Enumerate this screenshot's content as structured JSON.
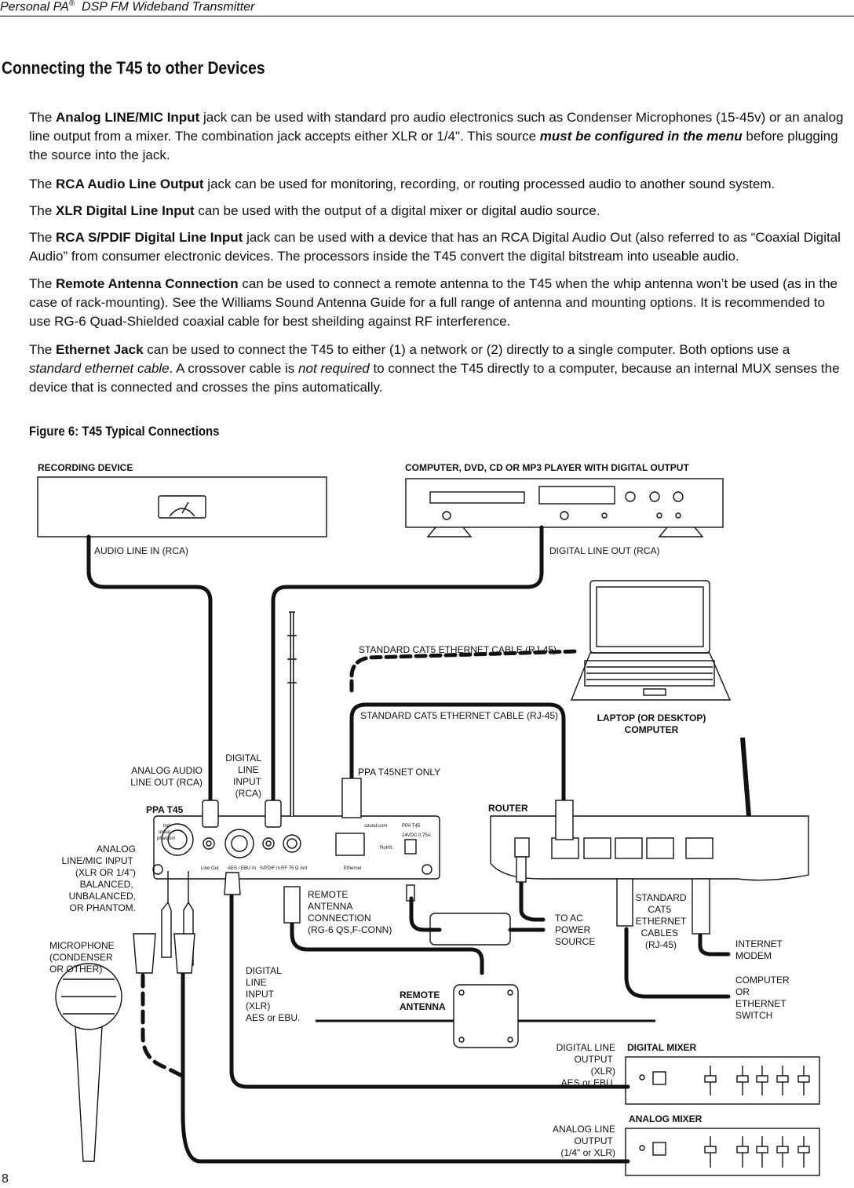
{
  "header": {
    "title": "Personal PA",
    "reg": "®",
    "subtitle": "DSP FM Wideband Transmitter"
  },
  "section_title": "Connecting the T45 to other Devices",
  "paragraphs": {
    "p1": {
      "a": "The ",
      "b1": "Analog LINE/MIC Input",
      "c": " jack can be used with standard pro audio electronics such as Condenser Microphones (15-45v) or an analog line output from a mixer.  The combination jack accepts either XLR or 1/4\".  This source ",
      "b2": "must be configured in the menu",
      "d": " before plugging the source into the jack."
    },
    "p2": {
      "a": "The ",
      "b": "RCA Audio Line Output",
      "c": " jack can be used for monitoring, recording, or routing processed audio to another sound system."
    },
    "p3": {
      "a": "The ",
      "b": "XLR Digital Line Input",
      "c": " can be used with the output of a digital mixer or digital audio source."
    },
    "p4": {
      "a": "The ",
      "b": "RCA S/PDIF Digital Line Input",
      "c": " jack can be used with a device that has an RCA Digital Audio Out (also referred to as “Coaxial Digital Audio” from consumer electronic devices.  The processors inside the T45 convert the digital bitstream into useable audio."
    },
    "p5": {
      "a": "The ",
      "b": "Remote Antenna Connection",
      "c": " can be used to connect a remote antenna to the T45 when the whip antenna won’t be used (as in the case of rack-mounting).  See the Williams Sound Antenna Guide for a full range of antenna and mounting options.  It is recommended to use RG-6 Quad-Shielded coaxial cable for best sheilding against RF interference."
    },
    "p6": {
      "a": "The ",
      "b": "Ethernet Jack",
      "c": " can be used to connect the T45 to either (1) a network or (2) directly to a single computer.  Both options use a ",
      "i1": "standard ethernet cable",
      "d": ".  A crossover cable is ",
      "i2": "not required",
      "e": " to connect the T45 directly to a computer, because an internal MUX senses the device that is connected and crosses the pins automatically."
    }
  },
  "figure_title": "Figure 6:  T45 Typical Connections",
  "diagram": {
    "recording_device": "RECORDING DEVICE",
    "player": "COMPUTER, DVD, CD OR MP3 PLAYER WITH DIGITAL OUTPUT",
    "audio_line_in": "AUDIO LINE IN (RCA)",
    "digital_line_out": "DIGITAL LINE OUT (RCA)",
    "cat5_top": "STANDARD CAT5 ETHERNET CABLE (RJ-45)",
    "cat5_mid": "STANDARD CAT5 ETHERNET CABLE (RJ-45)",
    "laptop": [
      "LAPTOP (OR DESKTOP)",
      "COMPUTER"
    ],
    "analog_audio_out": [
      "ANALOG AUDIO",
      "LINE OUT  (RCA)"
    ],
    "digital_line_input_rca": [
      "DIGITAL",
      "LINE",
      "INPUT",
      "(RCA)"
    ],
    "t45net_only": "PPA T45NET ONLY",
    "ppa_t45": "PPA T45",
    "router": "ROUTER",
    "analog_mic_input": [
      "ANALOG",
      "LINE/MIC INPUT",
      "(XLR OR 1/4\")",
      "BALANCED,",
      "UNBALANCED,",
      "OR PHANTOM."
    ],
    "remote_antenna_conn": [
      "REMOTE",
      "ANTENNA",
      "CONNECTION",
      "(RG-6 QS,F-CONN)"
    ],
    "to_ac_power": [
      "TO AC",
      "POWER",
      "SOURCE"
    ],
    "cat5_cables": [
      "STANDARD",
      "CAT5",
      "ETHERNET",
      "CABLES",
      "(RJ-45)"
    ],
    "internet_modem": [
      "INTERNET",
      "MODEM"
    ],
    "computer_switch": [
      "COMPUTER",
      "OR",
      "ETHERNET",
      "SWITCH"
    ],
    "microphone": [
      "MICROPHONE",
      "(CONDENSER",
      "OR OTHER)"
    ],
    "digital_line_input_xlr": [
      "DIGITAL",
      "LINE",
      "INPUT",
      "(XLR)",
      "AES or EBU."
    ],
    "remote_antenna": [
      "REMOTE",
      "ANTENNA"
    ],
    "digital_line_output": [
      "DIGITAL LINE",
      "OUTPUT",
      "(XLR)",
      "AES or EBU."
    ],
    "digital_mixer": "DIGITAL MIXER",
    "analog_line_output": [
      "ANALOG LINE",
      "OUTPUT",
      "(1/4\" or XLR)"
    ],
    "analog_mixer": "ANALOG MIXER",
    "panel": {
      "line_out": "Line Out",
      "aes": "AES / EBU In",
      "spdif": "S/PDIF In",
      "rf": "RF 75 Ω Ant",
      "ethernet": "Ethernet",
      "brand": "sound.com",
      "model": "PPA T45",
      "bal": "bal",
      "unbal": "unbal",
      "phantom": "phantom",
      "power": "24VDC 0.75A",
      "rohs": "RoHS"
    }
  },
  "page_number": "8"
}
